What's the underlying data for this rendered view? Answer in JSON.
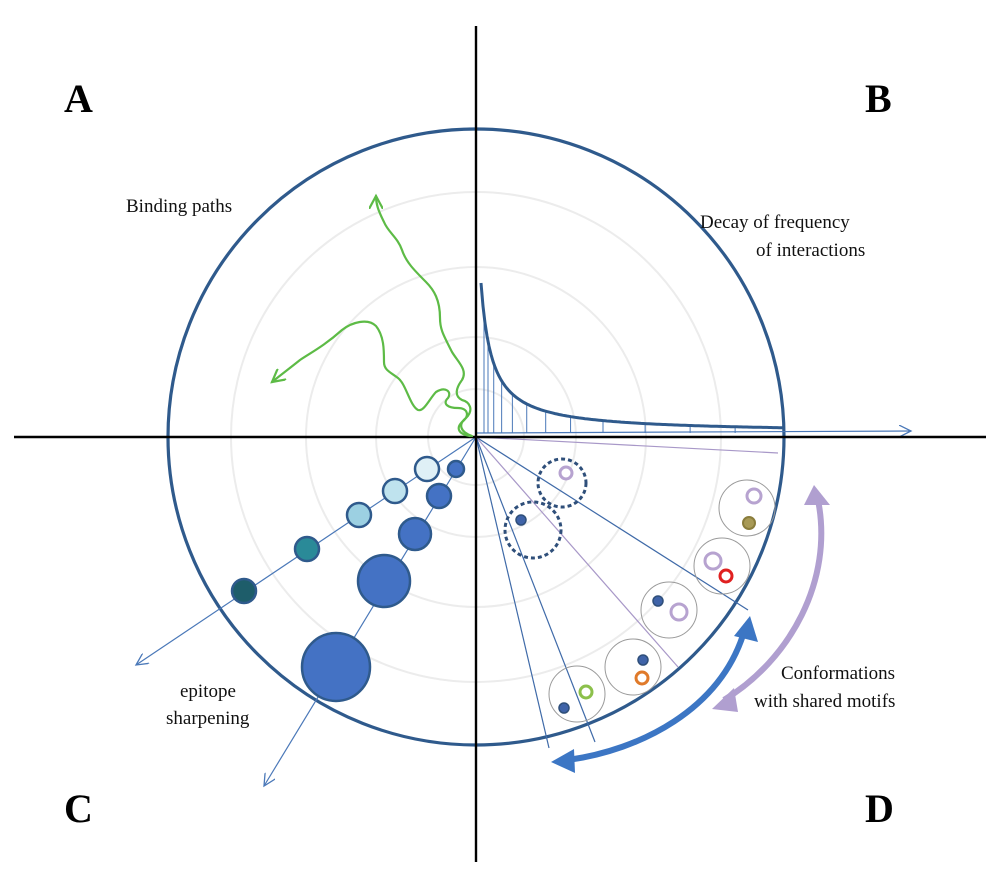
{
  "quadrant_labels": {
    "a": "A",
    "b": "B",
    "c": "C",
    "d": "D"
  },
  "captions": {
    "binding_paths": "Binding paths",
    "decay_line1": "Decay of frequency",
    "decay_line2": "of interactions",
    "epitope_line1": "epitope",
    "epitope_line2": "sharpening",
    "conformations_line1": "Conformations",
    "conformations_line2": "with shared motifs"
  },
  "colors": {
    "circle_outline": "#2f5a8c",
    "axes": "#000000",
    "binding_path": "#5dbb46",
    "decay_curve": "#2f5a8c",
    "decay_bars": "#4a78b8",
    "node_dark_blue": "#4472c4",
    "node_teal": "#2a8a98",
    "node_light_cyan": "#bfe3ee",
    "motif_purple": "#b7a3d0",
    "motif_red": "#e02020",
    "motif_orange": "#e07a2a",
    "motif_green": "#8cc04b",
    "motif_olive": "#8a7d3c",
    "shared_arrow_purple": "#b09fd0",
    "shared_arrow_blue": "#3c76c4"
  }
}
